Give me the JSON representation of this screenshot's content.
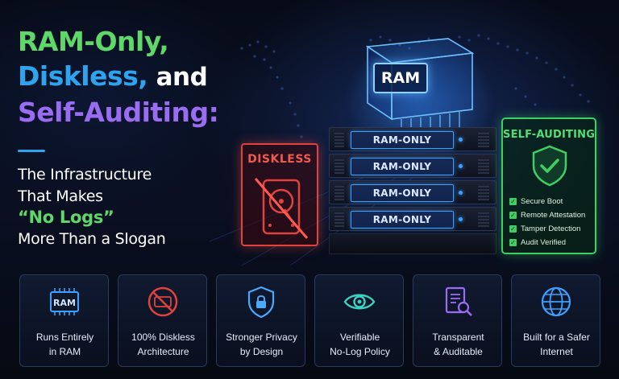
{
  "headline": {
    "line1": "RAM-Only,",
    "line2_accent": "Diskless,",
    "line2_rest": " and",
    "line3": "Self-Auditing:"
  },
  "subheadline": {
    "line1": "The Infrastructure",
    "line2": "That Makes",
    "line3_accent": "“No Logs”",
    "line4": "More Than a Slogan"
  },
  "illustration": {
    "cube_label": "RAM",
    "servers": [
      "RAM-ONLY",
      "RAM-ONLY",
      "RAM-ONLY",
      "RAM-ONLY"
    ],
    "diskless_title": "DISKLESS",
    "auditing_title": "SELF-AUDITING",
    "audit_checks": [
      "Secure Boot",
      "Remote Attestation",
      "Tamper Detection",
      "Audit Verified"
    ]
  },
  "features": [
    {
      "icon": "ram-chip-icon",
      "line1": "Runs Entirely",
      "line2": "in RAM",
      "chip_text": "RAM"
    },
    {
      "icon": "no-disk-icon",
      "line1": "100% Diskless",
      "line2": "Architecture"
    },
    {
      "icon": "lock-shield-icon",
      "line1": "Stronger Privacy",
      "line2": "by Design"
    },
    {
      "icon": "eye-icon",
      "line1": "Verifiable",
      "line2": "No-Log Policy"
    },
    {
      "icon": "document-search-icon",
      "line1": "Transparent",
      "line2": "& Auditable"
    },
    {
      "icon": "globe-icon",
      "line1": "Built for a Safer",
      "line2": "Internet"
    }
  ],
  "colors": {
    "green": "#5fd86a",
    "blue": "#2fa4ee",
    "purple": "#9a6cf2",
    "red": "#e0423c",
    "audit_green": "#3fcf63",
    "background": "#070b18"
  }
}
